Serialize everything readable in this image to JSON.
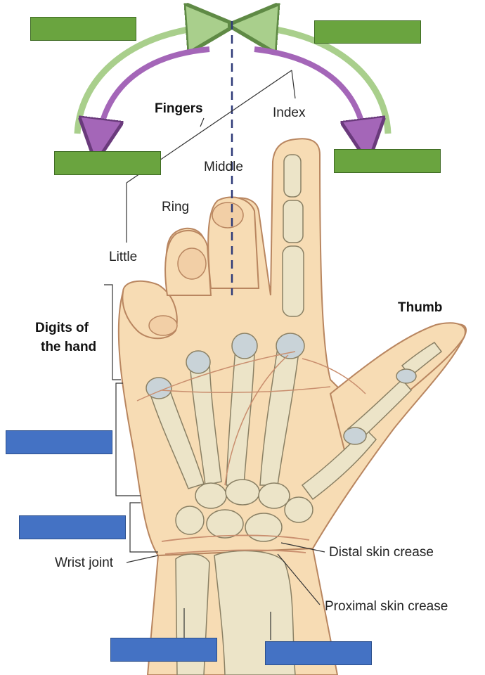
{
  "labels": {
    "fingers": "Fingers",
    "index": "Index",
    "middle": "Middle",
    "ring": "Ring",
    "little": "Little",
    "thumb": "Thumb",
    "digits_line1": "Digits of",
    "digits_line2": "the hand",
    "wrist_joint": "Wrist joint",
    "distal_crease": "Distal skin crease",
    "proximal_crease": "Proximal skin crease"
  },
  "colors": {
    "skin": "#f7dcb4",
    "skin_outline": "#b98660",
    "bone": "#ece4c8",
    "bone_outline": "#8a8064",
    "cartilage": "#c9d3d8",
    "abduction_arrow": "#a9cf8c",
    "adduction_arrow": "#a466b8",
    "midline": "#2e3a78",
    "answer_box_green": "#6aa43f",
    "answer_box_blue": "#4472c4"
  }
}
